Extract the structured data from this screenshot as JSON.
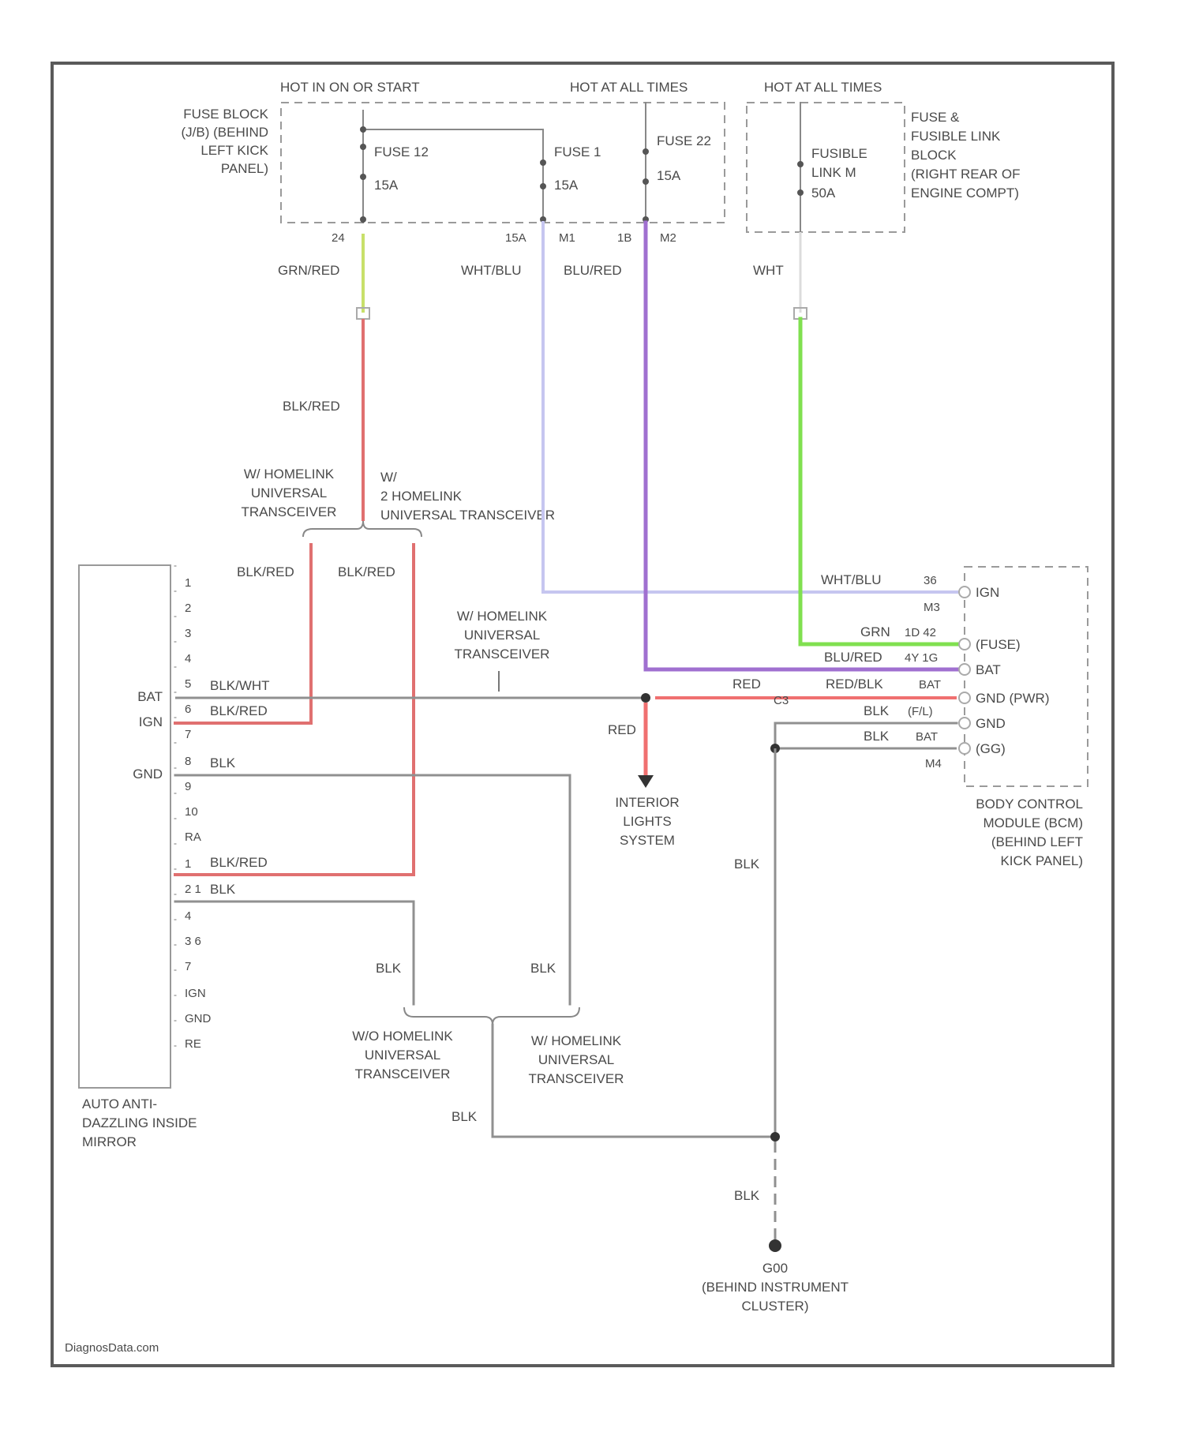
{
  "power": {
    "hot_run": "HOT IN ON OR START",
    "hot_all_1": "HOT AT ALL TIMES",
    "hot_all_2": "HOT AT ALL TIMES"
  },
  "fuse_block": {
    "label_lines": [
      "FUSE BLOCK",
      "(J/B) (BEHIND",
      "LEFT KICK",
      "PANEL)"
    ],
    "fuse12": {
      "name": "FUSE 12",
      "amps": "15A",
      "pin": "24"
    },
    "fuse1": {
      "name": "FUSE 1",
      "amps": "15A",
      "pin_a": "15A",
      "pin_b": "M1"
    },
    "fuse22": {
      "name": "FUSE 22",
      "amps": "15A",
      "pin_a": "1B",
      "pin_b": "M2"
    }
  },
  "link_block": {
    "label_lines": [
      "FUSE &",
      "FUSIBLE LINK",
      "BLOCK",
      "(RIGHT REAR OF",
      "ENGINE COMPT)"
    ],
    "link": {
      "line1": "FUSIBLE",
      "line2": "LINK M",
      "amps": "50A"
    }
  },
  "wires": {
    "grn_red": "GRN/RED",
    "wht_blu": "WHT/BLU",
    "blu_red": "BLU/RED",
    "wht": "WHT",
    "blk_red_main": "BLK/RED",
    "blk_red_left": "BLK/RED",
    "blk_red_right": "BLK/RED",
    "wht_blu_bcm": "WHT/BLU",
    "grn_bcm": "GRN",
    "blu_red_bcm": "BLU/RED",
    "red_horiz": "RED",
    "red_blk_bcm": "RED/BLK",
    "blk_fl": "BLK",
    "blk_bat": "BLK",
    "red_vert": "RED",
    "blk_vert_right": "BLK",
    "blk_vert_a": "BLK",
    "blk_vert_b": "BLK",
    "blk_bottom": "BLK",
    "blk_ground": "BLK"
  },
  "homelink_top_left": [
    "W/ HOMELINK",
    "UNIVERSAL",
    "TRANSCEIVER"
  ],
  "homelink_top_right": [
    "W/",
    "2 HOMELINK",
    "UNIVERSAL TRANSCEIVER"
  ],
  "homelink_mid": [
    "W/ HOMELINK",
    "UNIVERSAL",
    "TRANSCEIVER"
  ],
  "homelink_bottom_left": [
    "W/O HOMELINK",
    "UNIVERSAL",
    "TRANSCEIVER"
  ],
  "homelink_bottom_right": [
    "W/ HOMELINK",
    "UNIVERSAL",
    "TRANSCEIVER"
  ],
  "mirror": {
    "pins": [
      "1",
      "2",
      "3",
      "4",
      "5",
      "6",
      "7",
      "8",
      "9",
      "10",
      "RA",
      "1",
      "2 1",
      "4",
      "3 6",
      "7",
      "IGN",
      "GND",
      "RE"
    ],
    "bat": "BAT",
    "ign": "IGN",
    "gnd": "GND",
    "wire_bat": "BLK/WHT",
    "wire_ign": "BLK/RED",
    "wire_gnd": "BLK",
    "wire_lower_red": "BLK/RED",
    "wire_lower_blk": "BLK",
    "label_lines": [
      "AUTO ANTI-",
      "DAZZLING INSIDE",
      "MIRROR"
    ]
  },
  "bcm": {
    "pins": {
      "ign": "IGN",
      "fuse": "(FUSE)",
      "bat": "BAT",
      "gnd_pwr": "GND (PWR)",
      "gnd": "GND",
      "gnd2": "(GG)"
    },
    "pin_nums": {
      "ign": "36",
      "ign_sub": "M3",
      "fuse": "1D 42",
      "bat": "4Y 1G",
      "red_blk": "BAT",
      "fl": "(F/L)",
      "bat2": "BAT",
      "bot": "M4"
    },
    "connector_c": "C3",
    "label_lines": [
      "BODY CONTROL",
      "MODULE (BCM)",
      "(BEHIND LEFT",
      "KICK PANEL)"
    ]
  },
  "interior": [
    "INTERIOR",
    "LIGHTS",
    "SYSTEM"
  ],
  "ground": [
    "G00",
    "(BEHIND INSTRUMENT",
    "CLUSTER)"
  ],
  "watermark": "DiagnosData.com"
}
